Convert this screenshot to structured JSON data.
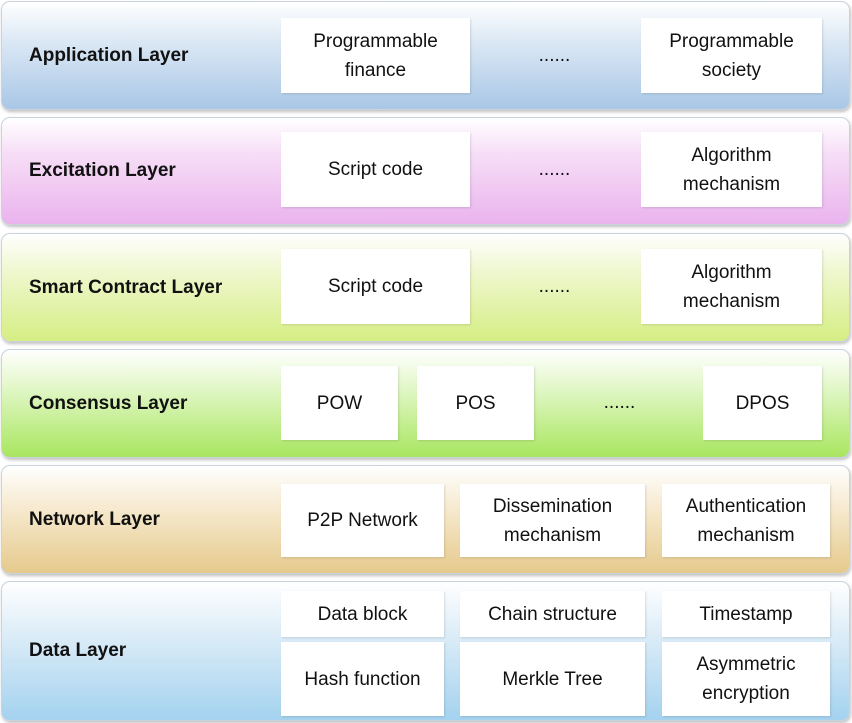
{
  "layers": {
    "application": {
      "name": "Application Layer",
      "items": [
        "Programmable\nfinance",
        "......",
        "Programmable\nsociety"
      ]
    },
    "excitation": {
      "name": "Excitation Layer",
      "items": [
        "Script code",
        "......",
        "Algorithm\nmechanism"
      ]
    },
    "smart_contract": {
      "name": "Smart Contract Layer",
      "items": [
        "Script code",
        "......",
        "Algorithm\nmechanism"
      ]
    },
    "consensus": {
      "name": "Consensus Layer",
      "items": [
        "POW",
        "POS",
        "......",
        "DPOS"
      ]
    },
    "network": {
      "name": "Network Layer",
      "items": [
        "P2P Network",
        "Dissemination\nmechanism",
        "Authentication\nmechanism"
      ]
    },
    "data": {
      "name": "Data Layer",
      "items": [
        "Data block",
        "Chain structure",
        "Timestamp",
        "Hash function",
        "Merkle Tree",
        "Asymmetric\nencryption"
      ]
    }
  },
  "colors": {
    "application": "#a9c7e6",
    "excitation": "#eab3ee",
    "smart_contract": "#d6ee84",
    "consensus": "#a8e65f",
    "network": "#e6ca8c",
    "data": "#a4d2ef"
  }
}
